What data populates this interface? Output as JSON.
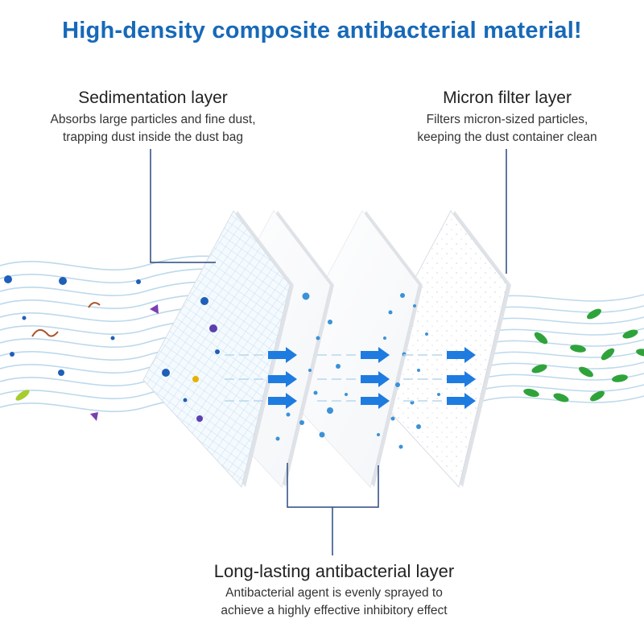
{
  "headline": "High-density composite antibacterial material!",
  "colors": {
    "headline": "#1769b8",
    "wave": "#bcd9ec",
    "arrow": "#1e7be0",
    "dot": "#3a92d8",
    "leaf": "#2fa33a",
    "leader_line": "#2a4a80"
  },
  "callouts": {
    "sedimentation": {
      "title": "Sedimentation layer",
      "desc_line1": "Absorbs large particles and fine dust,",
      "desc_line2": "trapping dust inside the dust bag"
    },
    "micron": {
      "title": "Micron filter layer",
      "desc_line1": "Filters micron-sized particles,",
      "desc_line2": "keeping the dust container clean"
    },
    "antibacterial": {
      "title": "Long-lasting antibacterial layer",
      "desc_line1": "Antibacterial agent is evenly sprayed to",
      "desc_line2": "achieve a highly effective inhibitory effect"
    }
  },
  "illustration": {
    "layers": [
      "sedimentation-mesh",
      "antibacterial-sheet",
      "antibacterial-sheet",
      "micron-filter-sheet"
    ],
    "arrow_groups": 3,
    "arrows_per_group": 3,
    "particles_left": "dust-and-debris",
    "particles_right": "clean-leaves"
  }
}
